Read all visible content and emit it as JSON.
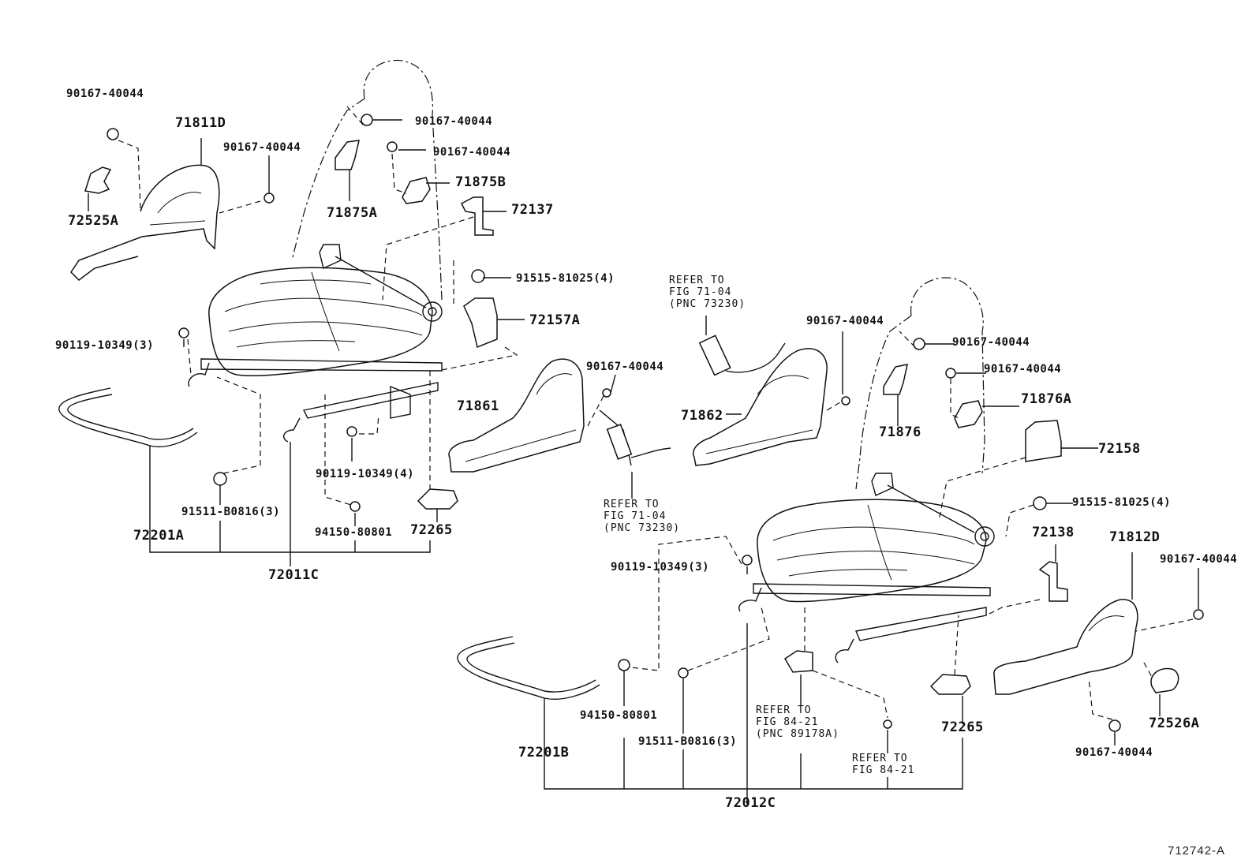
{
  "diagram_id": "712742-A",
  "colors": {
    "ink": "#111111",
    "background": "#ffffff"
  },
  "left_seat": {
    "recliner_cover": "71811D",
    "clip_72525": "72525A",
    "cover_71875a": "71875A",
    "cover_71875b": "71875B",
    "bracket_72137": "72137",
    "bolt_91515": "91515-81025(4)",
    "cover_72157": "72157A",
    "screw_upper_left": "90167-40044",
    "screw_top_center": "90167-40044",
    "screw_top_right": "90167-40044",
    "screw_mid": "90167-40044",
    "bolt_90119_left": "90119-10349(3)",
    "bolt_90119_center": "90119-10349(4)",
    "bolt_91511": "91511-B0816(3)",
    "nut_94150": "94150-80801",
    "wire_72201": "72201A",
    "adjuster_72011": "72011C",
    "clip_72265": "72265"
  },
  "center": {
    "shield_71861": "71861",
    "screw_71861": "90167-40044",
    "shield_71862": "71862",
    "screw_71862": "90167-40044",
    "refer_lower": [
      "REFER TO",
      "FIG 71-04",
      "(PNC 73230)"
    ],
    "refer_upper": [
      "REFER TO",
      "FIG 71-04",
      "(PNC 73230)"
    ]
  },
  "right_seat": {
    "cover_71876": "71876",
    "cover_71876a": "71876A",
    "screw_top_1": "90167-40044",
    "screw_top_2": "90167-40044",
    "cover_72158": "72158",
    "bolt_91515": "91515-81025(4)",
    "bracket_72138": "72138",
    "recliner_cover": "71812D",
    "screw_far_right": "90167-40044",
    "screw_bottom_right": "90167-40044",
    "clip_72526": "72526A",
    "bolt_90119": "90119-10349(3)",
    "nut_94150": "94150-80801",
    "bolt_91511": "91511-B0816(3)",
    "wire_72201": "72201B",
    "adjuster_72012": "72012C",
    "clip_72265": "72265",
    "refer_sensor": [
      "REFER TO",
      "FIG 84-21",
      "(PNC 89178A)"
    ],
    "refer_bolt": [
      "REFER TO",
      "FIG 84-21"
    ]
  }
}
